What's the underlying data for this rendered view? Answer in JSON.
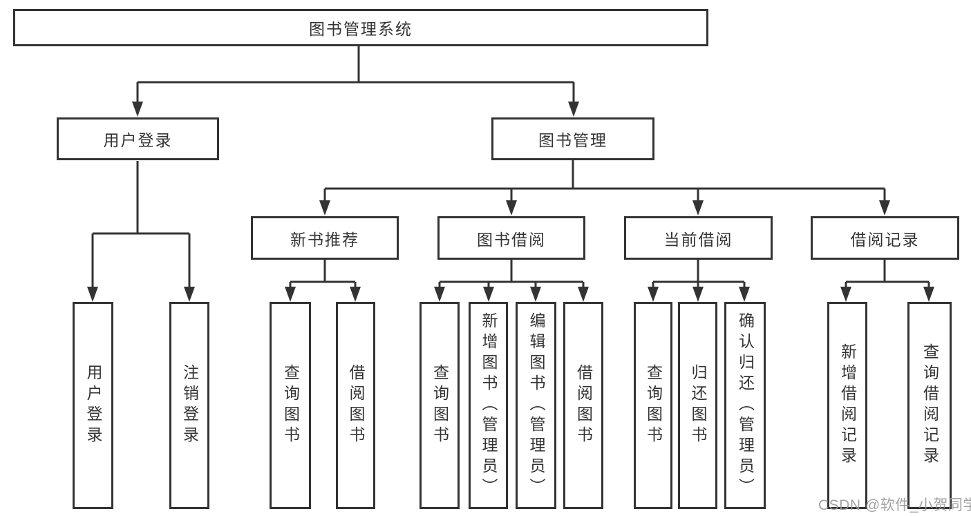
{
  "title": "图书管理系统",
  "level2": {
    "login": "用户登录",
    "management": "图书管理"
  },
  "modules": [
    "新书推荐",
    "图书借阅",
    "当前借阅",
    "借阅记录"
  ],
  "leaves": [
    "用户登录",
    "注销登录",
    "查询图书",
    "借阅图书",
    "查询图书",
    "新增图书（管理员）",
    "编辑图书（管理员）",
    "借阅图书",
    "查询图书",
    "归还图书",
    "确认归还（管理员）",
    "新增借阅记录",
    "查询借阅记录"
  ],
  "watermark": "CSDN @软件_小贺同学",
  "colors": {
    "line": "#333333",
    "text": "#333333",
    "watermark": "#989898",
    "background": "#ffffff"
  }
}
